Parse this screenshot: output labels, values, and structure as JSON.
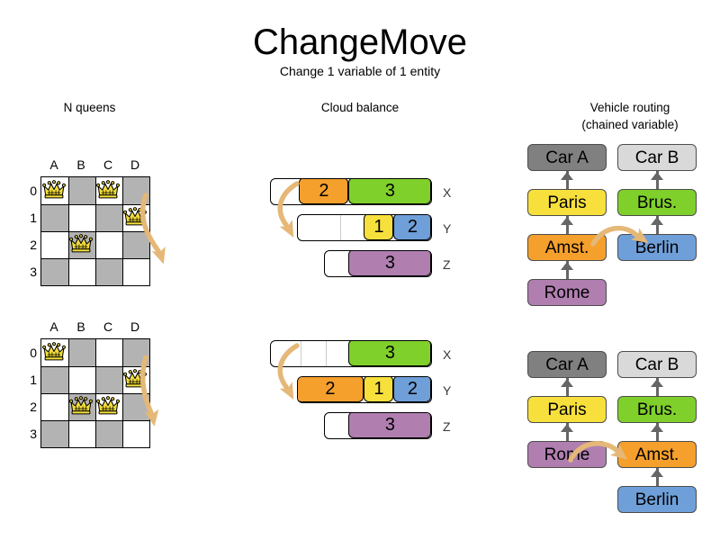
{
  "header": {
    "title": "ChangeMove",
    "subtitle": "Change 1 variable of 1 entity"
  },
  "sections": {
    "nqueens": {
      "title": "N queens"
    },
    "cloud": {
      "title": "Cloud balance"
    },
    "routing": {
      "title_line1": "Vehicle routing",
      "title_line2": "(chained variable)"
    }
  },
  "colors": {
    "orange": "#f5a02d",
    "green": "#80d02b",
    "yellow": "#f7e03c",
    "blue": "#6f9fd8",
    "purple": "#b07fb0",
    "gray_dark": "#808080",
    "gray_light": "#d9d9d9",
    "board_dark": "#b3b3b3",
    "board_light": "#ffffff",
    "arrow": "#e5b878",
    "queen_gold": "#f2dd3a",
    "edge": "#666666"
  },
  "nqueens": {
    "column_labels": [
      "A",
      "B",
      "C",
      "D"
    ],
    "row_labels": [
      "0",
      "1",
      "2",
      "3"
    ],
    "before": {
      "queens": [
        {
          "col": 0,
          "row": 0
        },
        {
          "col": 2,
          "row": 0
        },
        {
          "col": 3,
          "row": 1
        },
        {
          "col": 1,
          "row": 2
        }
      ],
      "move": {
        "from_col": 2,
        "from_row": 0,
        "to_col": 2,
        "to_row": 2
      }
    },
    "after": {
      "queens": [
        {
          "col": 0,
          "row": 0
        },
        {
          "col": 3,
          "row": 1
        },
        {
          "col": 1,
          "row": 2
        },
        {
          "col": 2,
          "row": 2
        }
      ],
      "move": {
        "from_col": 2,
        "from_row": 0,
        "to_col": 2,
        "to_row": 2
      }
    }
  },
  "cloud_balance": {
    "before": {
      "bars": [
        {
          "label": "X",
          "segments": [
            {
              "value": "",
              "color": "#ffffff",
              "width": 33,
              "empty": true
            },
            {
              "value": "2",
              "color": "#f5a02d",
              "width": 55,
              "empty": false
            },
            {
              "value": "3",
              "color": "#80d02b",
              "width": 92,
              "empty": false
            }
          ]
        },
        {
          "label": "Y",
          "segments": [
            {
              "value": "",
              "color": "#ffffff",
              "width": 47,
              "empty": true
            },
            {
              "value": "",
              "color": "#ffffff",
              "width": 28,
              "empty": true
            },
            {
              "value": "1",
              "color": "#f7e03c",
              "width": 33,
              "empty": false
            },
            {
              "value": "2",
              "color": "#6f9fd8",
              "width": 42,
              "empty": false
            }
          ]
        },
        {
          "label": "Z",
          "segments": [
            {
              "value": "",
              "color": "#ffffff",
              "width": 28,
              "empty": true
            },
            {
              "value": "3",
              "color": "#b07fb0",
              "width": 92,
              "empty": false
            }
          ]
        }
      ]
    },
    "after": {
      "bars": [
        {
          "label": "X",
          "segments": [
            {
              "value": "",
              "color": "#ffffff",
              "width": 33,
              "empty": true
            },
            {
              "value": "",
              "color": "#ffffff",
              "width": 28,
              "empty": true
            },
            {
              "value": "",
              "color": "#ffffff",
              "width": 27,
              "empty": true
            },
            {
              "value": "3",
              "color": "#80d02b",
              "width": 92,
              "empty": false
            }
          ]
        },
        {
          "label": "Y",
          "segments": [
            {
              "value": "2",
              "color": "#f5a02d",
              "width": 75,
              "empty": false
            },
            {
              "value": "1",
              "color": "#f7e03c",
              "width": 33,
              "empty": false
            },
            {
              "value": "2",
              "color": "#6f9fd8",
              "width": 42,
              "empty": false
            }
          ]
        },
        {
          "label": "Z",
          "segments": [
            {
              "value": "",
              "color": "#ffffff",
              "width": 28,
              "empty": true
            },
            {
              "value": "3",
              "color": "#b07fb0",
              "width": 92,
              "empty": false
            }
          ]
        }
      ]
    }
  },
  "vehicle_routing": {
    "before": {
      "chain_a": [
        "Rome",
        "Amst.",
        "Paris",
        "Car A"
      ],
      "chain_b": [
        "Berlin",
        "Brus.",
        "Car B"
      ],
      "moving_node": "Amst."
    },
    "after": {
      "chain_a": [
        "Rome",
        "Paris",
        "Car A"
      ],
      "chain_b": [
        "Berlin",
        "Amst.",
        "Brus.",
        "Car B"
      ],
      "moving_node": "Amst."
    },
    "node_colors": {
      "Car A": "#808080",
      "Car B": "#d9d9d9",
      "Paris": "#f7e03c",
      "Brus.": "#80d02b",
      "Amst.": "#f5a02d",
      "Rome": "#b07fb0",
      "Berlin": "#6f9fd8"
    }
  }
}
